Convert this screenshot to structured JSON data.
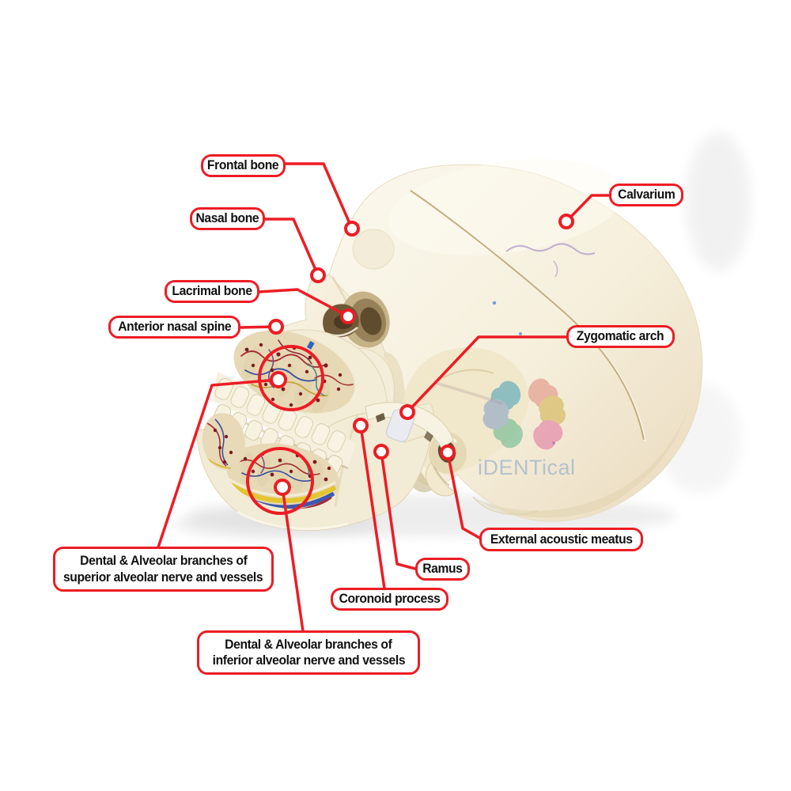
{
  "figure": {
    "type": "labeled anatomical diagram",
    "subject": "Human skull model, lateral view, with dental nerve and vessel painting"
  },
  "colors": {
    "annotation_red": "#ed1c24",
    "label_background": "#ffffff",
    "label_text": "#111111",
    "bone_light": "#faf7ec",
    "bone_mid": "#f4eeda",
    "bone_shadow": "#e0d4b4",
    "gum_paint": "#e7d9b6",
    "vessel_red": "#a62b30",
    "vessel_blue": "#3a4f9e",
    "vessel_yellow": "#c8a43c",
    "stripe_yellow": "#e3c52f",
    "stripe_blue": "#3c58b0",
    "stripe_red": "#9e2d3a",
    "watermark_text_color": "#b3c2cd"
  },
  "watermark": {
    "text": "iDENTical",
    "petal_colors": [
      "#3f9db5",
      "#e0897c",
      "#cfae45",
      "#e06f9f",
      "#5cb487",
      "#7f9cc4"
    ]
  },
  "labels": [
    {
      "id": "frontal-bone",
      "text": "Frontal bone"
    },
    {
      "id": "calvarium",
      "text": "Calvarium"
    },
    {
      "id": "nasal-bone",
      "text": "Nasal bone"
    },
    {
      "id": "lacrimal-bone",
      "text": "Lacrimal bone"
    },
    {
      "id": "anterior-nasal-spine",
      "text": "Anterior nasal spine"
    },
    {
      "id": "zygomatic-arch",
      "text": "Zygomatic arch"
    },
    {
      "id": "external-acoustic-meatus",
      "text": "External acoustic meatus"
    },
    {
      "id": "ramus",
      "text": "Ramus"
    },
    {
      "id": "coronoid-process",
      "text": "Coronoid process"
    },
    {
      "id": "dental-superior",
      "line1": "Dental & Alveolar branches of",
      "line2": "superior alveolar nerve and vessels"
    },
    {
      "id": "dental-inferior",
      "line1": "Dental & Alveolar branches of",
      "line2": "inferior alveolar nerve and vessels"
    }
  ]
}
